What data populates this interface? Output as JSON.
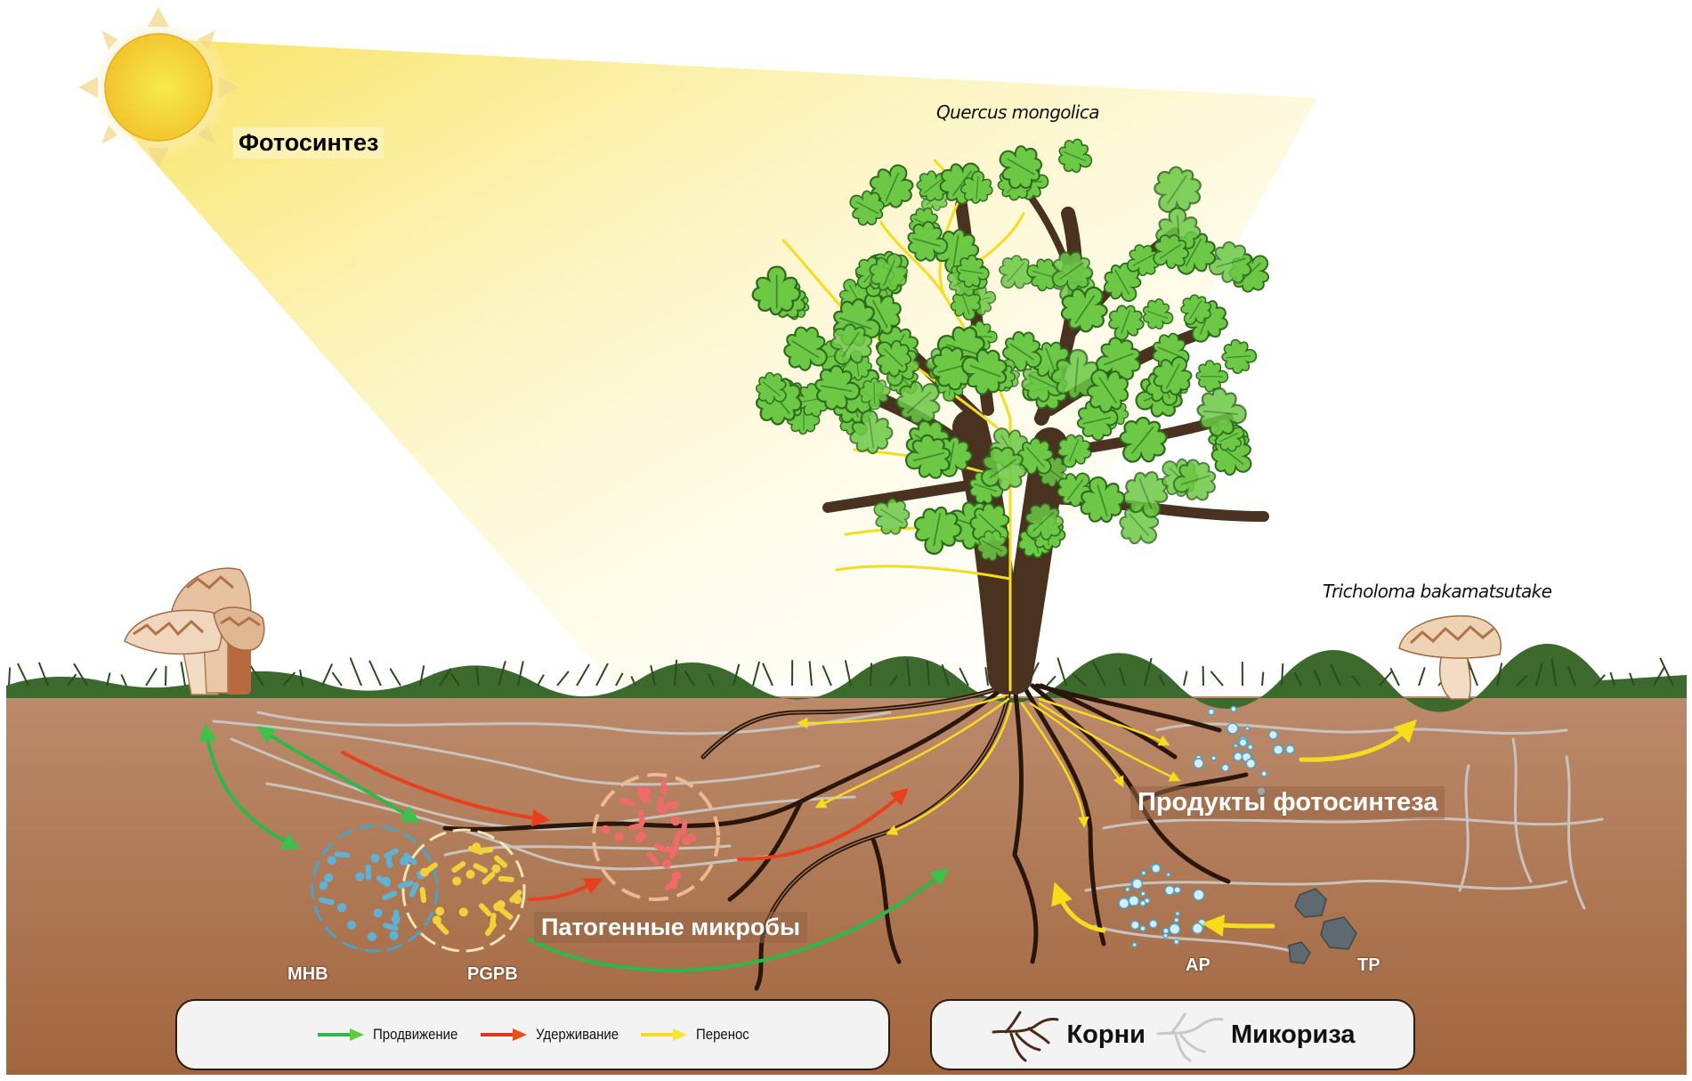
{
  "figure": {
    "photosynthesis_label": "Фотосинтез",
    "tree_species": "Quercus mongolica",
    "fungus_species": "Tricholoma bakamatsutake",
    "soil_labels": {
      "pathogens": "Патогенные микробы",
      "photosynthesis_products": "Продукты фотосинтеза"
    },
    "microbe_groups": [
      {
        "id": "mhb",
        "label": "MHB",
        "color": "#4aa3c8"
      },
      {
        "id": "pgpb",
        "label": "PGPB",
        "color": "#f2d23a"
      },
      {
        "id": "pathogen",
        "label": "",
        "color": "#f06a6a"
      }
    ],
    "nutrients": [
      {
        "id": "ap",
        "label": "AP"
      },
      {
        "id": "tp",
        "label": "TP"
      }
    ]
  },
  "legend_arrows": {
    "items": [
      {
        "icon": "green-arrow-icon",
        "label": "Продвижение",
        "color": "#2db84a"
      },
      {
        "icon": "red-arrow-icon",
        "label": "Удерживание",
        "color": "#e8401c"
      },
      {
        "icon": "yellow-arrow-icon",
        "label": "Перенос",
        "color": "#f5dc1e"
      }
    ]
  },
  "legend_roots": {
    "items": [
      {
        "icon": "roots-icon",
        "label": "Корни",
        "color": "#4a2a14"
      },
      {
        "icon": "mycorrhiza-icon",
        "label": "Микориза",
        "color": "#c8c8c8"
      }
    ]
  },
  "colors": {
    "soil_top": "#bb8a6b",
    "soil_bottom": "#a1663e",
    "grass": "#3b6a2c",
    "sun": "#f6cd2e",
    "leaf": "#5cbf3a",
    "trunk": "#4a3220"
  }
}
